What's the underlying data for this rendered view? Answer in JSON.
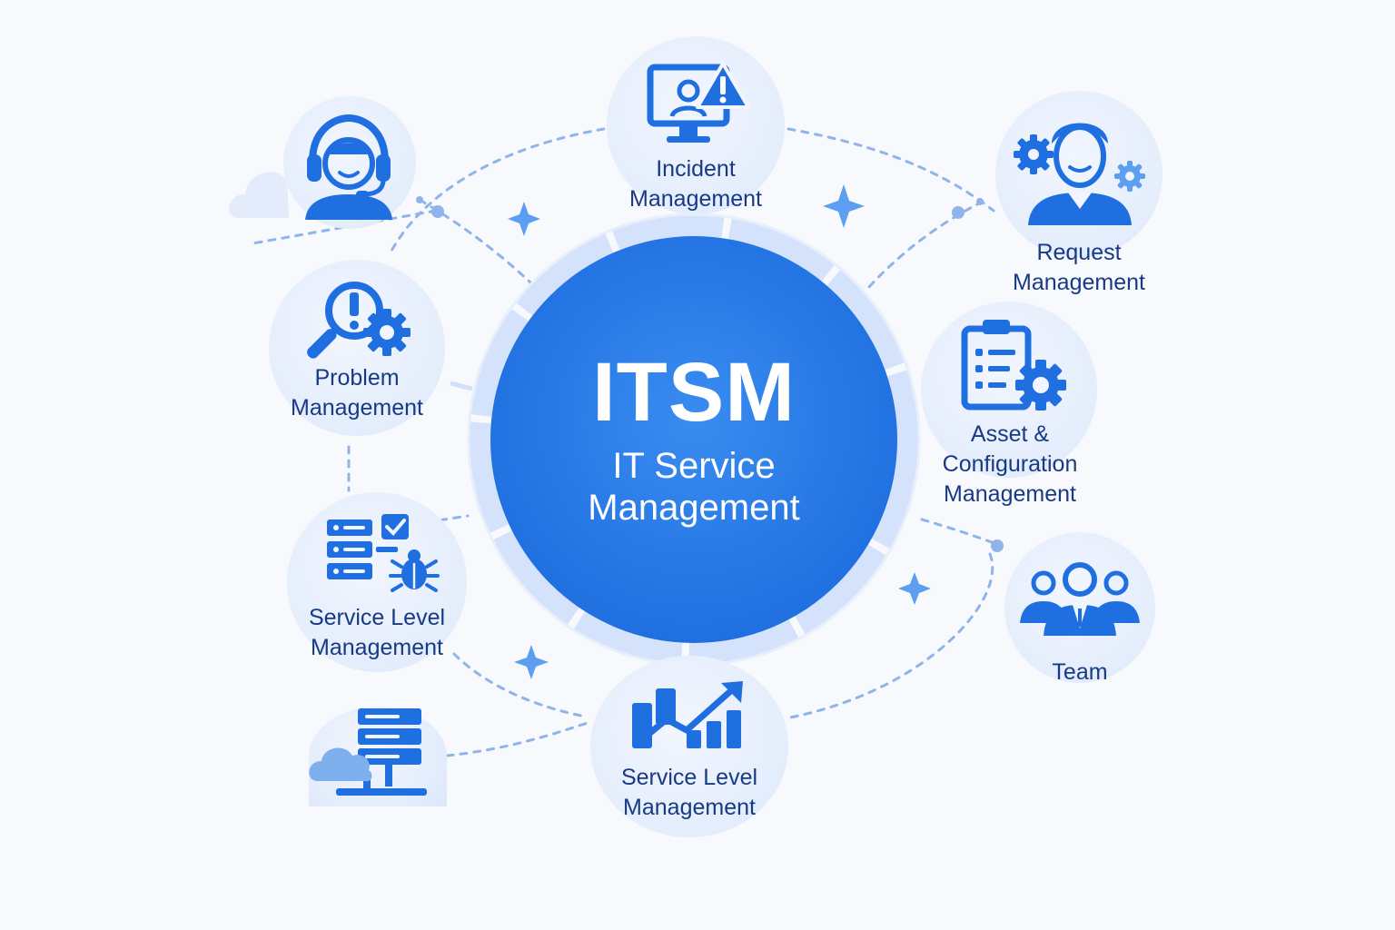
{
  "hub": {
    "title": "ITSM",
    "subtitle_line1": "IT Service",
    "subtitle_line2": "Management"
  },
  "nodes": {
    "incident": {
      "line1": "Incident",
      "line2": "Management",
      "icon": "monitor-alert-icon"
    },
    "request": {
      "line1": "Request",
      "line2": "Management",
      "icon": "user-gears-icon"
    },
    "problem": {
      "line1": "Problem",
      "line2": "Management",
      "icon": "magnifier-gear-icon"
    },
    "asset": {
      "line1": "Asset &",
      "line2": "Configuration",
      "line3": "Management",
      "icon": "clipboard-gear-icon"
    },
    "service_level_left": {
      "line1": "Service Level",
      "line2": "Management",
      "icon": "checklist-bug-icon"
    },
    "service_level_bottom": {
      "line1": "Service Level",
      "line2": "Management",
      "icon": "chart-growth-icon"
    },
    "team": {
      "line1": "Team",
      "icon": "team-icon"
    },
    "support": {
      "icon": "support-agent-icon"
    },
    "infrastructure": {
      "icon": "cloud-server-icon"
    }
  },
  "colors": {
    "hub_blue": "#2b7de8",
    "ring_light": "#cfe0fa",
    "icon_blue": "#1f6fe0",
    "label_navy": "#173a86",
    "connector": "#8fb4ea",
    "sparkle": "#5c9ff0"
  }
}
